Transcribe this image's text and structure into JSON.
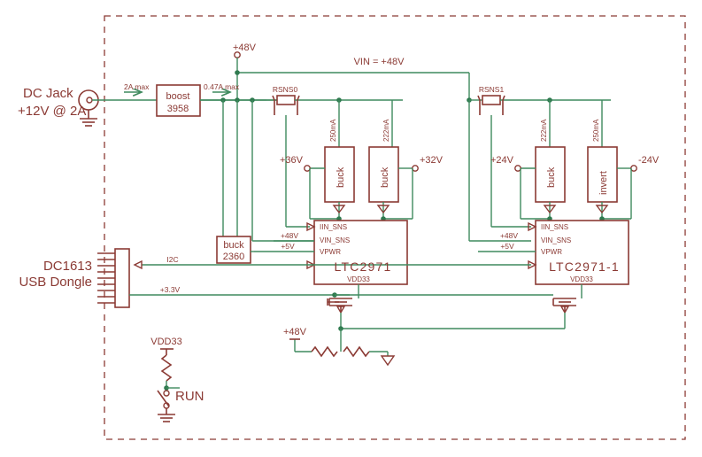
{
  "diagram": {
    "title": "LTC2971 dual power system management block diagram",
    "colors": {
      "wire": "#3f8a5e",
      "component": "#8b3a34",
      "node": "#2f7a4f",
      "background": "#ffffff"
    },
    "labels": {
      "dc_jack_line1": "DC Jack",
      "dc_jack_line2": "+12V @ 2A",
      "input_current": "2A max",
      "boost_current": "0.47A max",
      "boost_line1": "boost",
      "boost_line2": "3958",
      "rail_48v_top": "+48V",
      "vin_label": "VIN = +48V",
      "rsns0": "RSNS0",
      "rsns1": "RSNS1",
      "i_250ma_left": "250mA",
      "i_222ma_left": "222mA",
      "i_222ma_right": "222mA",
      "i_250ma_right": "250mA",
      "buck_left1": "buck",
      "buck_left2": "buck",
      "buck_right": "buck",
      "invert_right": "invert",
      "out_36v": "+36V",
      "out_32v": "+32V",
      "out_24v": "+24V",
      "out_neg24v": "-24V",
      "chip_left": "LTC2971",
      "chip_right": "LTC2971-1",
      "pin_iin_sns": "IIN_SNS",
      "pin_vin_sns": "VIN_SNS",
      "pin_vpwr": "VPWR",
      "pin_vdd33": "VDD33",
      "net_48v_left": "+48V",
      "net_5v_left": "+5V",
      "net_48v_right": "+48V",
      "net_5v_right": "+5V",
      "buck2360_line1": "buck",
      "buck2360_line2": "2360",
      "dongle_line1": "DC1613",
      "dongle_line2": "USB Dongle",
      "i2c": "I2C",
      "v33": "+3.3V",
      "vdd33_run": "VDD33",
      "run": "RUN",
      "divider_48v": "+48V"
    }
  }
}
